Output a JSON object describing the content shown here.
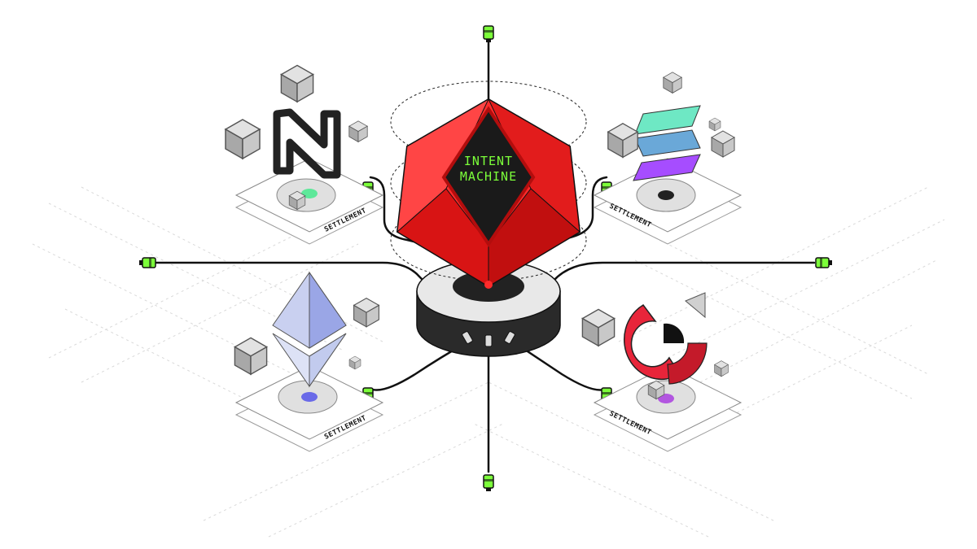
{
  "core": {
    "line1": "INTENT",
    "line2": "MACHINE"
  },
  "settlements": [
    {
      "label": "SETTLEMENT",
      "chain": "near",
      "dot_color": "#5ee89a"
    },
    {
      "label": "SETTLEMENT",
      "chain": "solana",
      "dot_color": "#222222"
    },
    {
      "label": "SETTLEMENT",
      "chain": "ethereum",
      "dot_color": "#6a6ae8"
    },
    {
      "label": "SETTLEMENT",
      "chain": "other",
      "dot_color": "#b256e0"
    }
  ],
  "colors": {
    "core_red": "#ff2b2b",
    "core_dark_red": "#b30d0d",
    "connector_green": "#7cff3a",
    "cube_gray": "#c4c4c4",
    "solana_teal": "#6ee8c4",
    "solana_blue": "#6aa8d8",
    "solana_purple": "#a64dff",
    "eth_light": "#c9d0f0",
    "eth_mid": "#9aa6e6",
    "other_red": "#e8253a"
  },
  "icons": [
    "near-logo-icon",
    "solana-logo-icon",
    "ethereum-logo-icon",
    "ring-logo-icon",
    "connector-plug-icon",
    "cube-icon"
  ]
}
